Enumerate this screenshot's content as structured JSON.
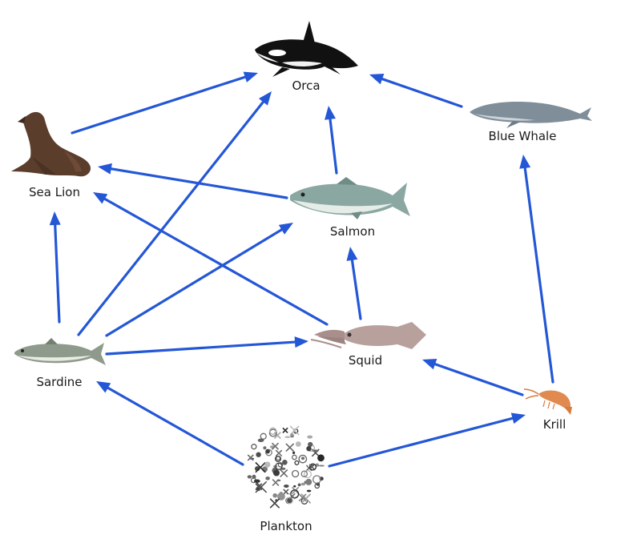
{
  "colors": {
    "arrow": "#2457d6",
    "text": "#1a1a1a"
  },
  "nodes": {
    "orca": {
      "label": "Orca",
      "icon": "orca-icon"
    },
    "bluewhale": {
      "label": "Blue Whale",
      "icon": "blue-whale-icon"
    },
    "sealion": {
      "label": "Sea Lion",
      "icon": "sea-lion-icon"
    },
    "salmon": {
      "label": "Salmon",
      "icon": "salmon-icon"
    },
    "sardine": {
      "label": "Sardine",
      "icon": "sardine-icon"
    },
    "squid": {
      "label": "Squid",
      "icon": "squid-icon"
    },
    "krill": {
      "label": "Krill",
      "icon": "krill-icon"
    },
    "plankton": {
      "label": "Plankton",
      "icon": "plankton-icon"
    }
  },
  "edges": [
    {
      "from": "sealion",
      "to": "orca"
    },
    {
      "from": "sardine",
      "to": "orca"
    },
    {
      "from": "salmon",
      "to": "orca"
    },
    {
      "from": "bluewhale",
      "to": "orca"
    },
    {
      "from": "salmon",
      "to": "sealion"
    },
    {
      "from": "squid",
      "to": "sealion"
    },
    {
      "from": "sardine",
      "to": "sealion"
    },
    {
      "from": "sardine",
      "to": "salmon"
    },
    {
      "from": "squid",
      "to": "salmon"
    },
    {
      "from": "sardine",
      "to": "squid"
    },
    {
      "from": "krill",
      "to": "squid"
    },
    {
      "from": "krill",
      "to": "bluewhale"
    },
    {
      "from": "plankton",
      "to": "sardine"
    },
    {
      "from": "plankton",
      "to": "krill"
    }
  ]
}
